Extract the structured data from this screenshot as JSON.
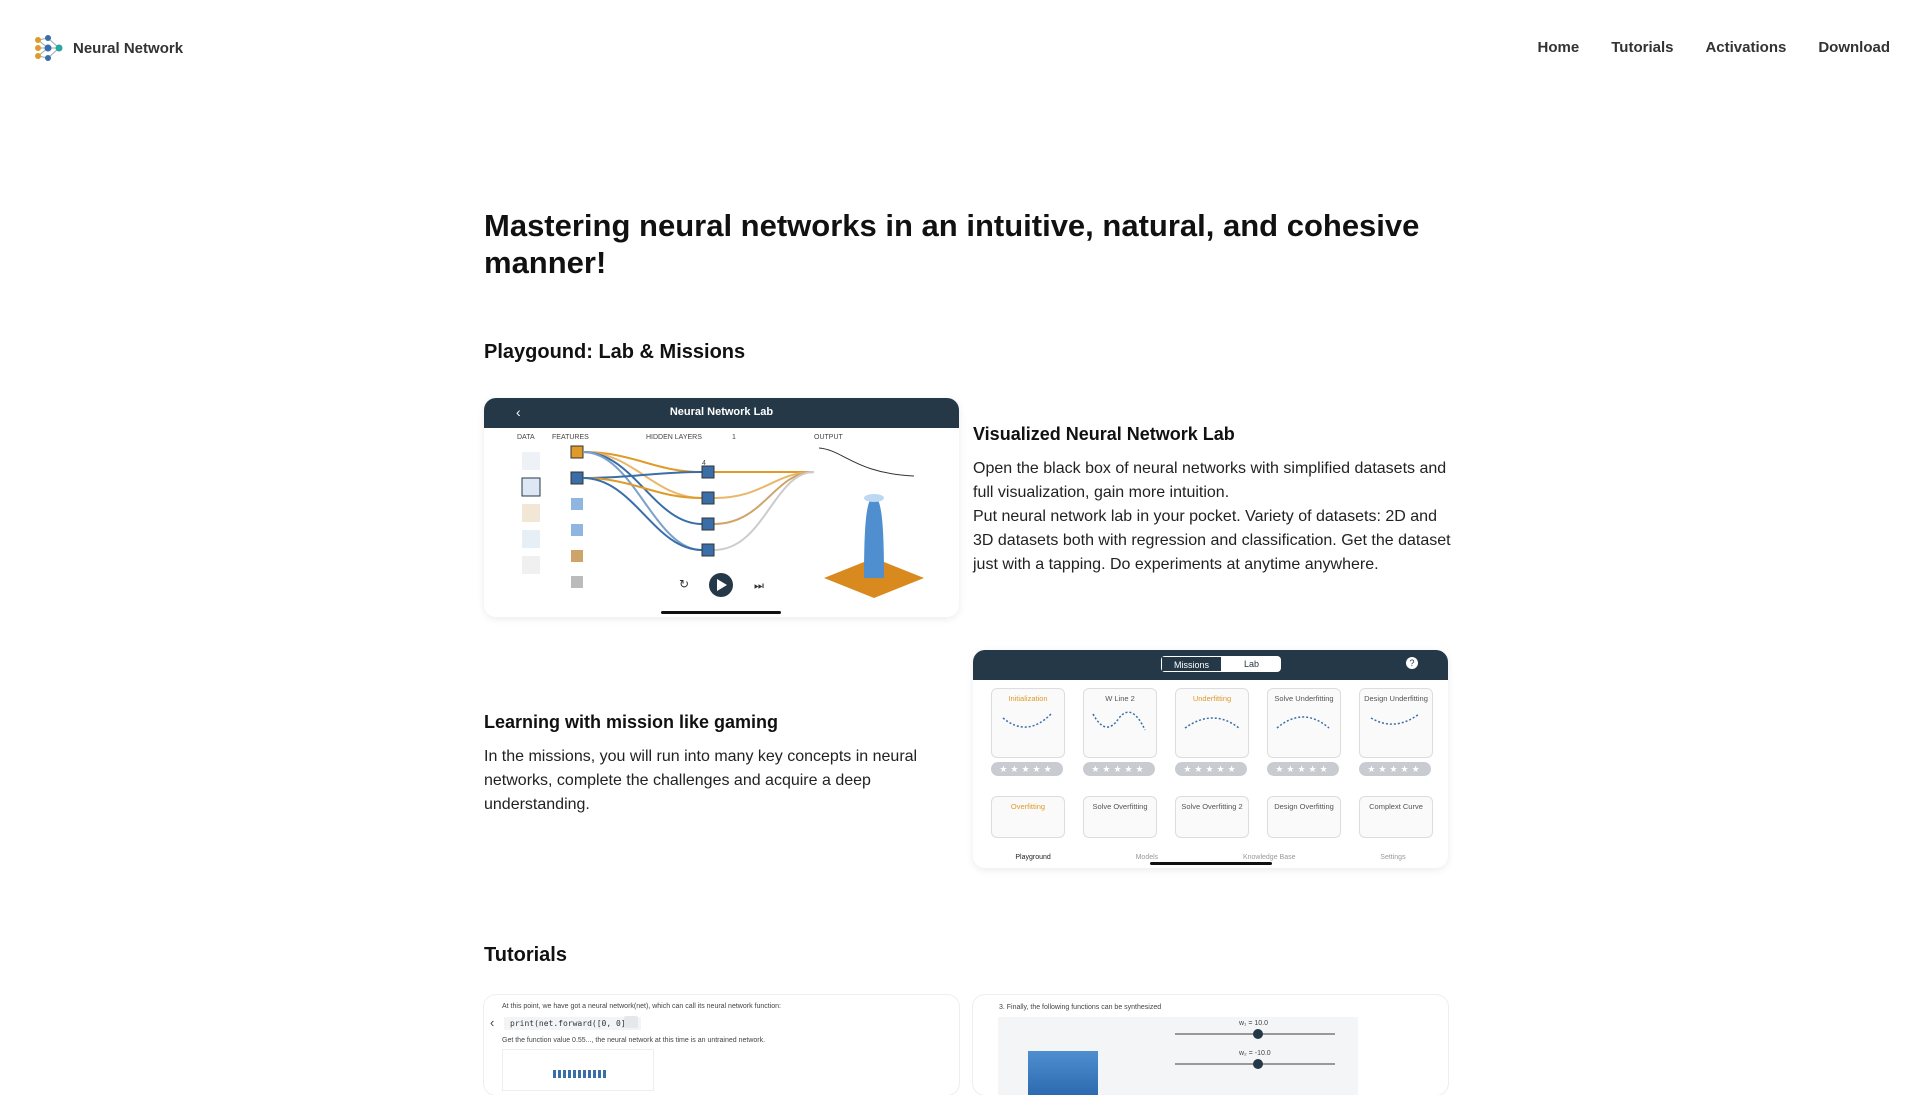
{
  "header": {
    "brand": "Neural Network",
    "nav": [
      "Home",
      "Tutorials",
      "Activations",
      "Download"
    ]
  },
  "hero": {
    "title": "Mastering neural networks in an intuitive, natural, and cohesive manner!"
  },
  "playground": {
    "section_title": "Playgound: Lab & Missions",
    "lab": {
      "title": "Visualized Neural Network Lab",
      "paragraphs": [
        "Open the black box of neural networks with simplified datasets and full visualization, gain more intuition.",
        "Put neural network lab in your pocket. Variety of datasets: 2D and 3D datasets both with regression and classification. Get the dataset just with a tapping. Do experiments at anytime anywhere."
      ],
      "screenshot": {
        "title": "Neural Network Lab",
        "data_label": "DATA",
        "features_label": "FEATURES",
        "hidden_layers_label": "HIDDEN LAYERS",
        "hidden_layers_count": "1",
        "neurons_count": "4",
        "output_label": "OUTPUT"
      }
    },
    "missions": {
      "title": "Learning with mission like gaming",
      "body": "In the missions, you will run into many key concepts in neural networks, complete the challenges and acquire a deep understanding.",
      "screenshot": {
        "tabs": [
          "Missions",
          "Lab"
        ],
        "row1": [
          "Initialization",
          "W Line 2",
          "Underfitting",
          "Solve Underfitting",
          "Design Underfitting"
        ],
        "row2": [
          "Overfitting",
          "Solve Overfitting",
          "Solve Overfitting 2",
          "Design Overfitting",
          "Complext Curve"
        ],
        "tabbar": [
          "Playground",
          "Models",
          "Knowledge Base",
          "Settings"
        ]
      }
    }
  },
  "tutorials": {
    "section_title": "Tutorials",
    "shot1": {
      "line1": "At this point, we have got a neural network(net), which can call its neural network function:",
      "code": "print(net.forward([0, 0]))",
      "line2": "Get the function value 0.55..., the neural network at this time is an untrained network."
    },
    "shot2": {
      "line1": "3. Finally, the following functions can be synthesized",
      "w1": "w₁ = 10.0",
      "w2": "w₂ = -10.0"
    }
  },
  "colors": {
    "accent_dark": "#253847",
    "orange": "#e09a2a",
    "blue": "#3a6ea8"
  }
}
